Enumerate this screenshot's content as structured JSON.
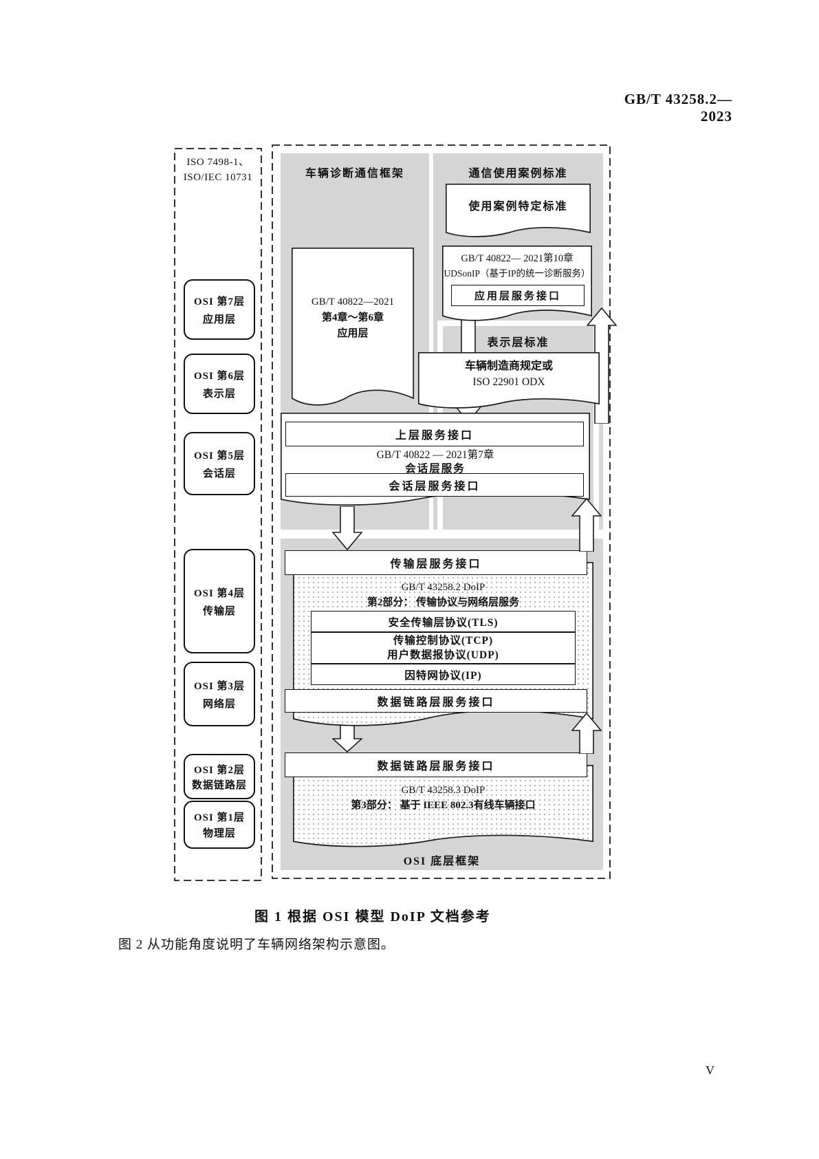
{
  "page": {
    "standard_number": "GB/T 43258.2—2023",
    "caption": "图 1  根据 OSI 模型 DoIP 文档参考",
    "paragraph": "图 2 从功能角度说明了车辆网络架构示意图。",
    "page_number": "V"
  },
  "osi_column": {
    "title_line1": "ISO 7498-1、",
    "title_line2": "ISO/IEC 10731",
    "layers": [
      {
        "line1": "OSI 第7层",
        "line2": "应用层"
      },
      {
        "line1": "OSI 第6层",
        "line2": "表示层"
      },
      {
        "line1": "OSI 第5层",
        "line2": "会话层"
      },
      {
        "line1": "OSI 第4层",
        "line2": "传输层"
      },
      {
        "line1": "OSI 第3层",
        "line2": "网络层"
      },
      {
        "line1": "OSI 第2层",
        "line2": "数据链路层"
      },
      {
        "line1": "OSI 第1层",
        "line2": "物理层"
      }
    ]
  },
  "framework": {
    "diagnostic_framework_title": "车辆诊断通信框架",
    "use_case_panel_title": "通信使用案例标准",
    "use_case_box_label": "使用案例特定标准",
    "application_doc_line1": "GB/T 40822—2021",
    "application_doc_line2": "第4章～第6章",
    "application_doc_line3": "应用层",
    "udsonip_line1": "GB/T 40822— 2021第10章",
    "udsonip_line2": "UDSonIP（基于IP的统一诊断服务）",
    "app_service_interface": "应用层服务接口",
    "presentation_panel_title": "表示层标准",
    "manufacturer_line1": "车辆制造商规定或",
    "manufacturer_line2": "ISO 22901 ODX",
    "upper_service_interface": "上层服务接口",
    "session_line1": "GB/T 40822 — 2021第7章",
    "session_line2": "会话层服务",
    "session_service_interface": "会话层服务接口",
    "transport_service_interface": "传输层服务接口",
    "doip_part2_line1": "GB/T 43258.2 DoIP",
    "doip_part2_line2": "第2部分： 传输协议与网络层服务",
    "tls_label": "安全传输层协议(TLS)",
    "tcp_label": "传输控制协议(TCP)",
    "udp_label": "用户数据报协议(UDP)",
    "ip_label": "因特网协议(IP)",
    "datalink_service_interface_upper": "数据链路层服务接口",
    "datalink_service_interface_lower": "数据链路层服务接口",
    "doip_part3_line1": "GB/T 43258.3 DoIP",
    "doip_part3_line2": "第3部分： 基于 IEEE 802.3有线车辆接口",
    "osi_bottom_frame_label": "OSI 底层框架"
  },
  "colors": {
    "panel_gray": "#d5d5d5",
    "border_black": "#1a1a1a",
    "dot_gray": "#9a9a9a",
    "background": "#ffffff"
  }
}
